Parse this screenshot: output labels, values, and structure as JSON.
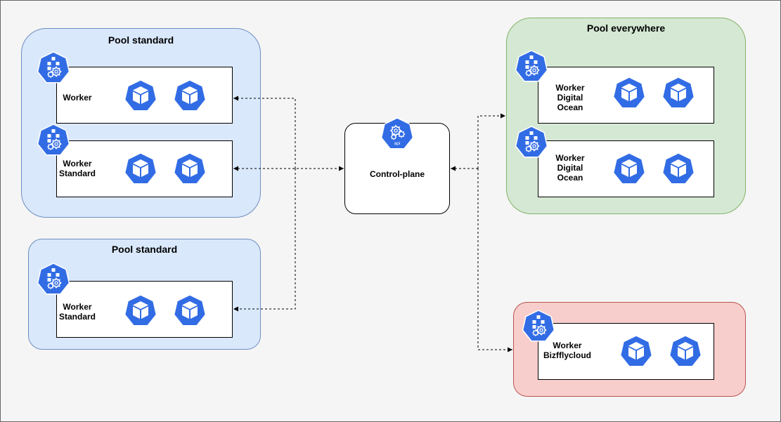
{
  "pools": {
    "pool1": {
      "title": "Pool standard"
    },
    "pool2": {
      "title": "Pool standard"
    },
    "pool3": {
      "title": "Pool everywhere"
    },
    "pool4": {
      "title": ""
    }
  },
  "workers": {
    "w1": "Worker",
    "w2": "Worker\nStandard",
    "w3": "Worker\nStandard",
    "w4": "Worker\nDigital\nOcean",
    "w5": "Worker\nDigital\nOcean",
    "w6": "Worker\nBizfflycloud"
  },
  "control_plane": {
    "label": "Control-plane",
    "icon_text": "api"
  },
  "colors": {
    "k8s_blue": "#326ce5",
    "pool_blue_fill": "#dae8fc",
    "pool_blue_stroke": "#6c8ebf",
    "pool_green_fill": "#d5e8d4",
    "pool_green_stroke": "#82b366",
    "pool_red_fill": "#f8cecc",
    "pool_red_stroke": "#b85450"
  },
  "icons": {
    "node": "kubernetes-node-icon",
    "pod": "kubernetes-pod-icon",
    "api": "kubernetes-api-icon"
  }
}
